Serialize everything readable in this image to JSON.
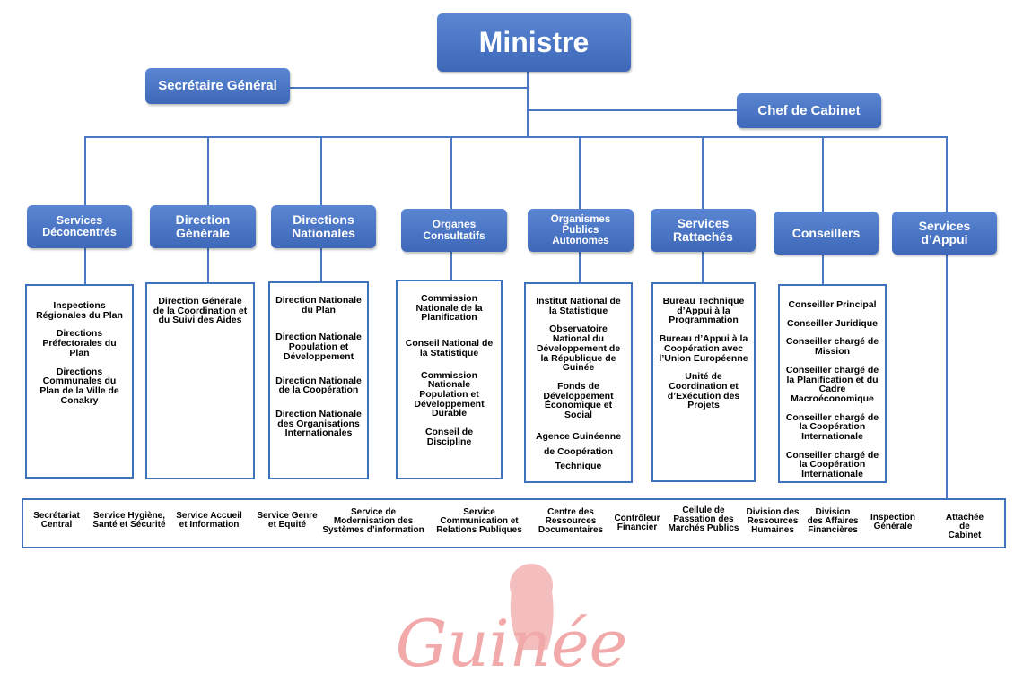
{
  "top": {
    "minister": "Ministre",
    "secretary": "Secrétaire Général",
    "chief": "Chef de Cabinet"
  },
  "categories": [
    {
      "title": "Services Déconcentrés",
      "items": [
        "Inspections Régionales du Plan",
        "Directions Préfectorales du Plan",
        "Directions Communales du Plan de la Ville de Conakry"
      ]
    },
    {
      "title": "Direction Générale",
      "items": [
        "Direction Générale de la Coordination et du Suivi des Aides"
      ]
    },
    {
      "title": "Directions Nationales",
      "items": [
        "Direction Nationale du Plan",
        "Direction Nationale Population et Développement",
        "Direction Nationale de la Coopération",
        "Direction Nationale des Organisations Internationales"
      ]
    },
    {
      "title": "Organes Consultatifs",
      "items": [
        "Commission Nationale de la Planification",
        "Conseil National de la Statistique",
        "Commission Nationale Population et Développement Durable",
        "Conseil de Discipline"
      ]
    },
    {
      "title": "Organismes Publics Autonomes",
      "items": [
        "Institut National de la Statistique",
        "Observatoire National du Développement de la République de Guinée",
        "Fonds de Développement Économique et Social",
        "Agence Guinéenne de Coopération Technique"
      ]
    },
    {
      "title": "Services Rattachés",
      "items": [
        "Bureau Technique d’Appui à la Programmation",
        "Bureau d’Appui à la Coopération avec l’Union Européenne",
        "Unité de Coordination et d’Exécution des Projets"
      ]
    },
    {
      "title": "Conseillers",
      "items": [
        "Conseiller Principal",
        "Conseiller Juridique",
        "Conseiller chargé de Mission",
        "Conseiller chargé de la Planification et du Cadre Macroéconomique",
        "Conseiller chargé de la Coopération Internationale",
        "Conseiller chargé de la Coopération Internationale"
      ]
    },
    {
      "title": "Services d’Appui"
    }
  ],
  "support_services": [
    "Secrétariat\nCentral",
    "Service Hygiène,\nSanté et Sécurité",
    "Service Accueil\net Information",
    "Service Genre\net Equité",
    "Service de\nModernisation des\nSystèmes d’information",
    "Service\nCommunication et\nRelations Publiques",
    "Centre des\nRessources\nDocumentaires",
    "Contrôleur\nFinancier",
    "Cellule de\nPassation des\nMarchés Publics",
    "Division des\nRessources\nHumaines",
    "Division\ndes Affaires\nFinancières",
    "Inspection\nGénérale",
    "Attachée\nde Cabinet"
  ],
  "watermark": "Guinée",
  "colors": {
    "box": "#4472c4",
    "line": "#4a78c4",
    "watermark": "#f2a9a9"
  }
}
